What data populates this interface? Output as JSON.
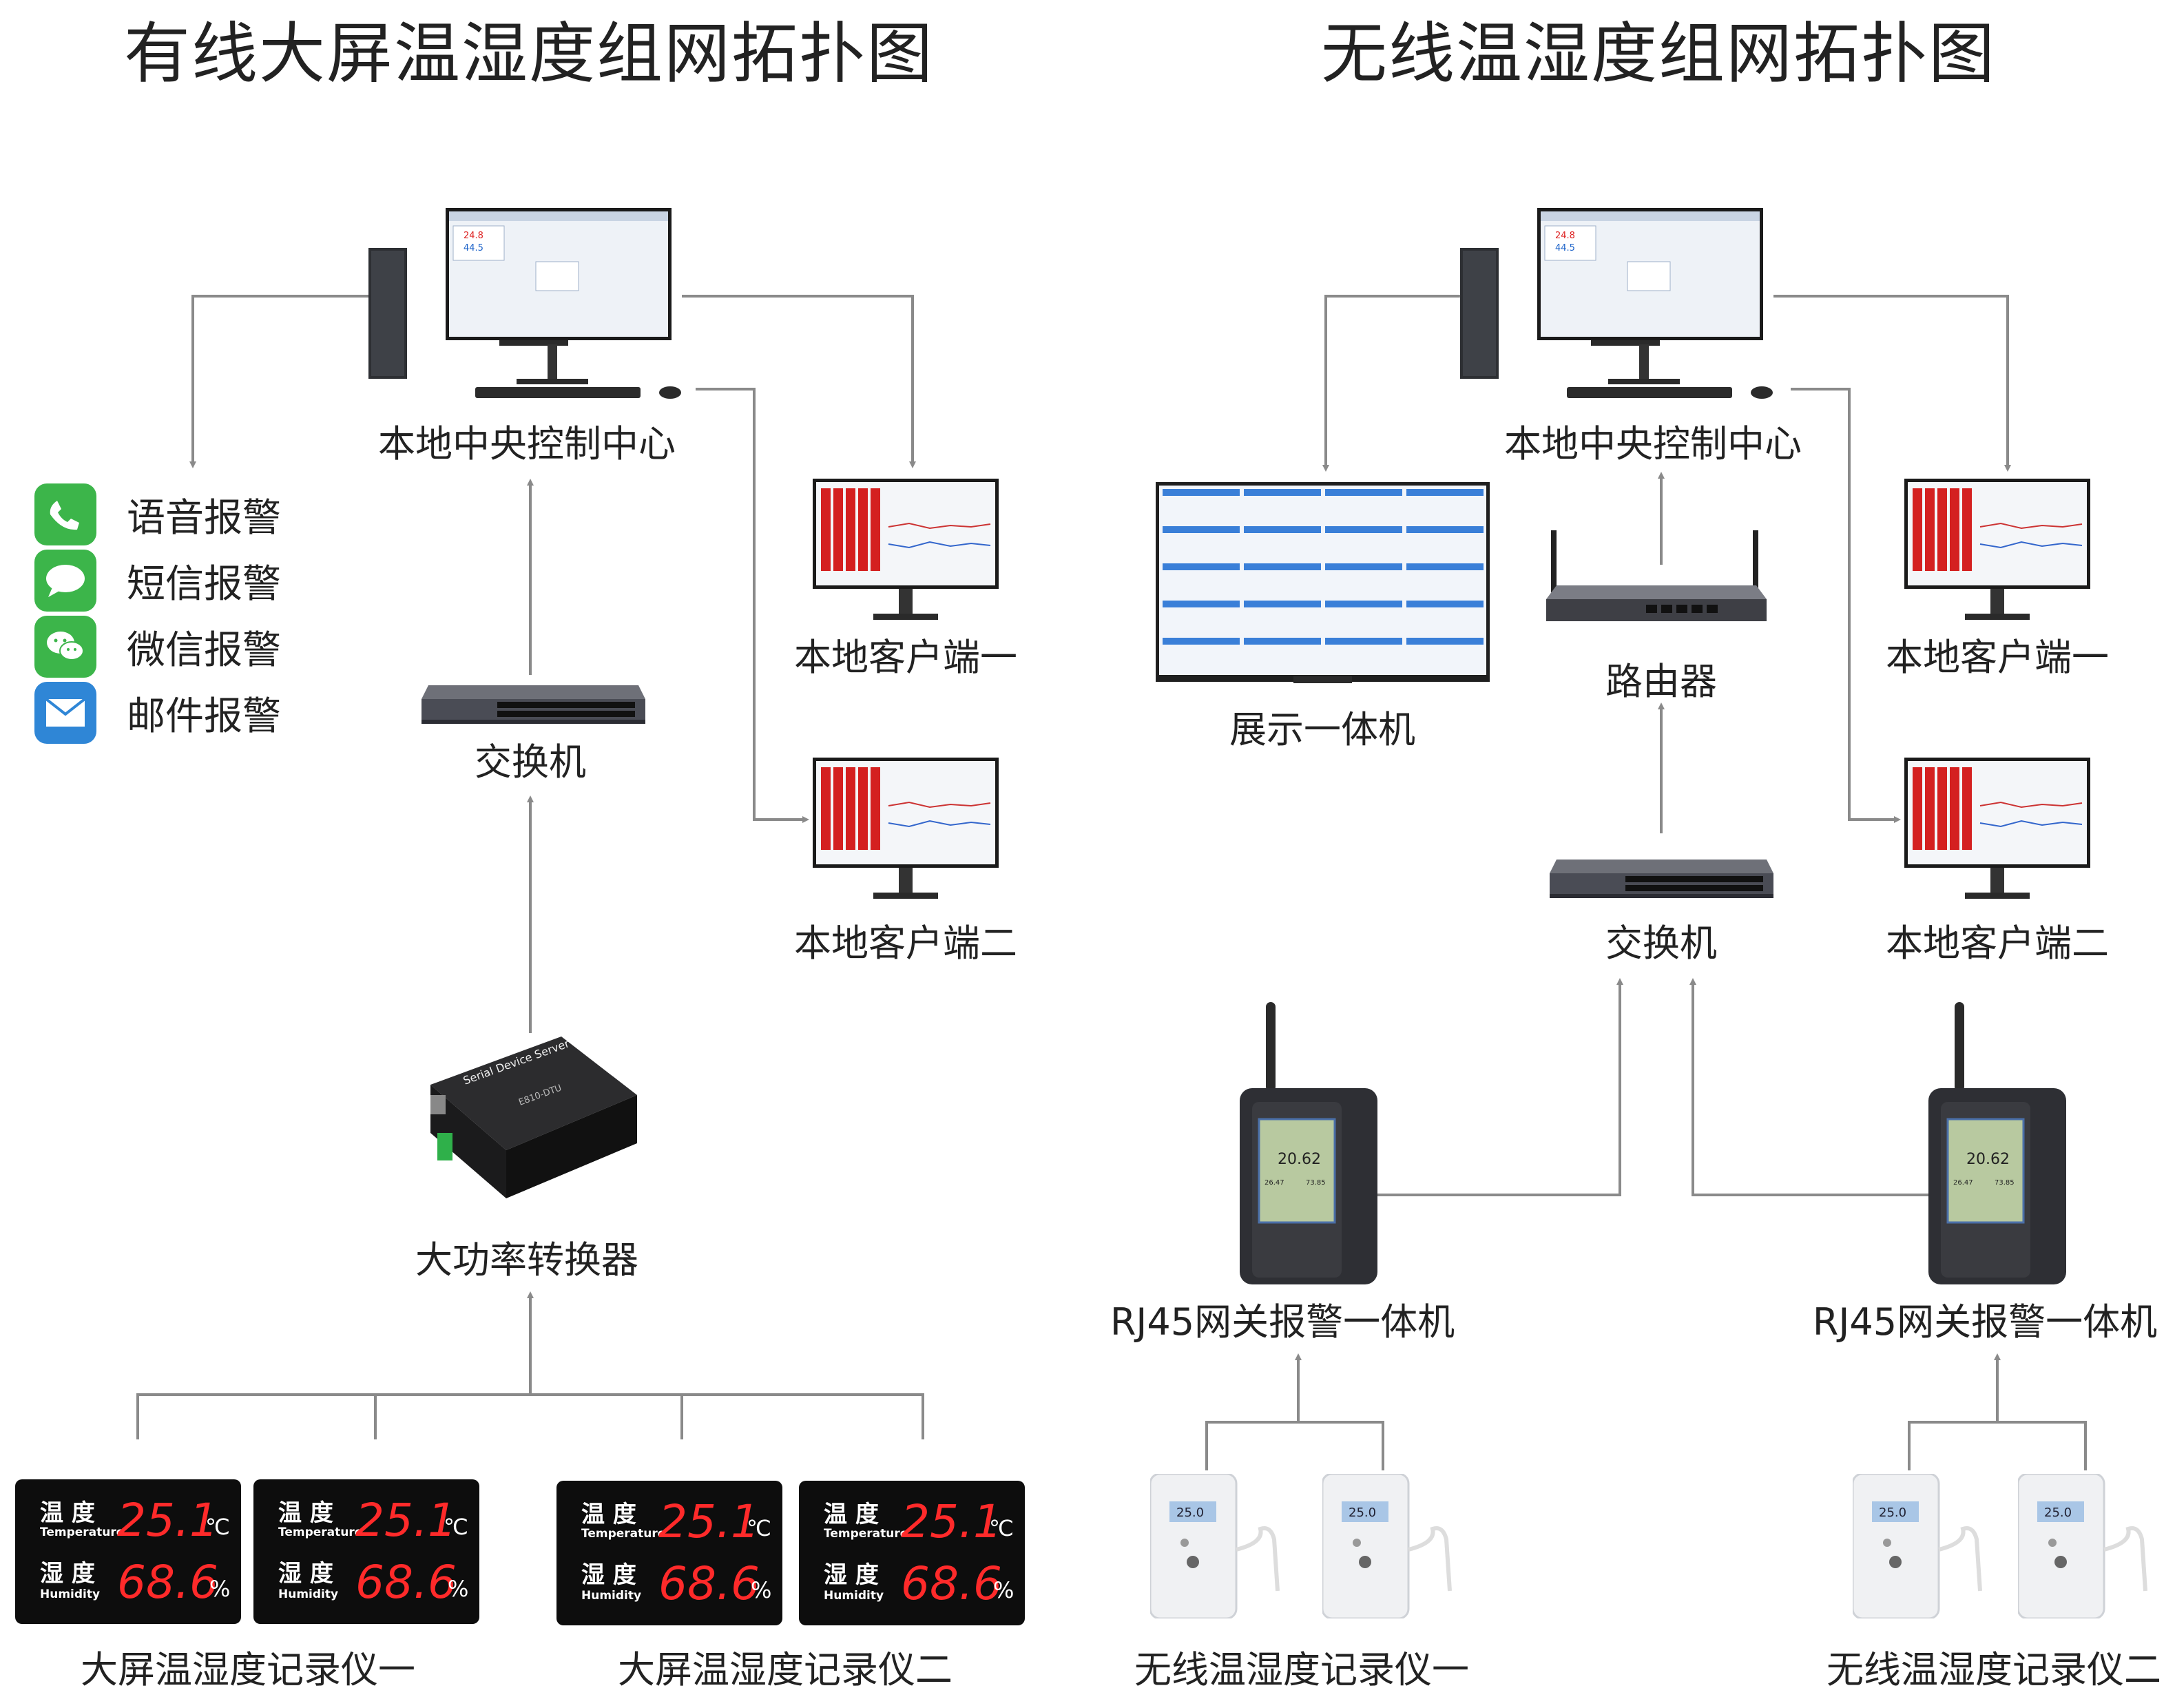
{
  "wired": {
    "title": "有线大屏温湿度组网拓扑图",
    "control_center": "本地中央控制中心",
    "client_1": "本地客户端一",
    "client_2": "本地客户端二",
    "switch": "交换机",
    "converter": "大功率转换器",
    "converter_brand": "Serial Device Server",
    "converter_model": "E810-DTU",
    "recorder_1": "大屏温湿度记录仪一",
    "recorder_2": "大屏温湿度记录仪二",
    "alarms": [
      {
        "label": "语音报警",
        "icon": "phone-icon",
        "color": "#3cb54a"
      },
      {
        "label": "短信报警",
        "icon": "sms-icon",
        "color": "#3cb54a"
      },
      {
        "label": "微信报警",
        "icon": "wechat-icon",
        "color": "#3cb54a"
      },
      {
        "label": "邮件报警",
        "icon": "mail-icon",
        "color": "#2f86d6"
      }
    ],
    "display": {
      "temp_label": "温 度",
      "temp_en": "Temperature",
      "temp_value": "25.1",
      "temp_unit": "℃",
      "hum_label": "湿 度",
      "hum_en": "Humidity",
      "hum_value": "68.6",
      "hum_unit": "%"
    }
  },
  "wireless": {
    "title": "无线温湿度组网拓扑图",
    "control_center": "本地中央控制中心",
    "display_unit": "展示一体机",
    "router": "路由器",
    "client_1": "本地客户端一",
    "client_2": "本地客户端二",
    "switch": "交换机",
    "gateway_1": "RJ45网关报警一体机",
    "gateway_2": "RJ45网关报警一体机",
    "gateway_reading": {
      "main": "20.62",
      "sub_left": "26.47",
      "sub_right": "73.85"
    },
    "sensor_reading": "25.0",
    "recorder_1": "无线温湿度记录仪一",
    "recorder_2": "无线温湿度记录仪二"
  },
  "pc_screen": {
    "temp": "24.8",
    "hum": "44.5"
  },
  "colors": {
    "wire": "#8a8a8a",
    "led_red": "#ff2a2a",
    "panel_bg": "#0d0d0d"
  }
}
